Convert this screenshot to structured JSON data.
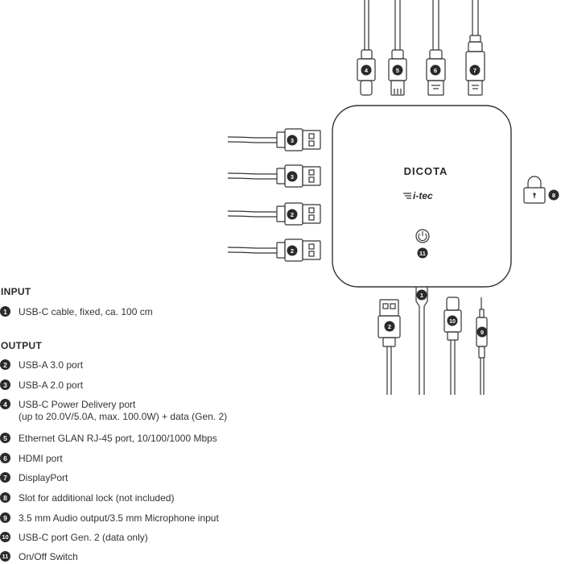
{
  "brand": {
    "primary": "DICOTA",
    "secondary": "i-tec"
  },
  "callouts": {
    "c1": "1",
    "c2": "2",
    "c3": "3",
    "c4": "4",
    "c5": "5",
    "c6": "6",
    "c7": "7",
    "c8": "8",
    "c9": "9",
    "c10": "10",
    "c11": "11"
  },
  "legend": {
    "input_heading": "INPUT",
    "input_items": [
      {
        "num": "1",
        "text": "USB-C cable, fixed, ca. 100 cm"
      }
    ],
    "output_heading": "OUTPUT",
    "output_items": [
      {
        "num": "2",
        "text": "USB-A 3.0 port"
      },
      {
        "num": "3",
        "text": "USB-A 2.0 port"
      },
      {
        "num": "4",
        "text": "USB-C Power Delivery port",
        "text2": "(up to 20.0V/5.0A, max. 100.0W) + data (Gen. 2)"
      },
      {
        "num": "5",
        "text": "Ethernet GLAN RJ-45 port, 10/100/1000 Mbps"
      },
      {
        "num": "6",
        "text": "HDMI port"
      },
      {
        "num": "7",
        "text": "DisplayPort"
      },
      {
        "num": "8",
        "text": "Slot for additional lock (not included)"
      },
      {
        "num": "9",
        "text": "3.5 mm Audio output/3.5 mm Microphone input"
      },
      {
        "num": "10",
        "text": "USB-C port Gen. 2 (data only)"
      },
      {
        "num": "11",
        "text": "On/Off Switch"
      }
    ]
  }
}
